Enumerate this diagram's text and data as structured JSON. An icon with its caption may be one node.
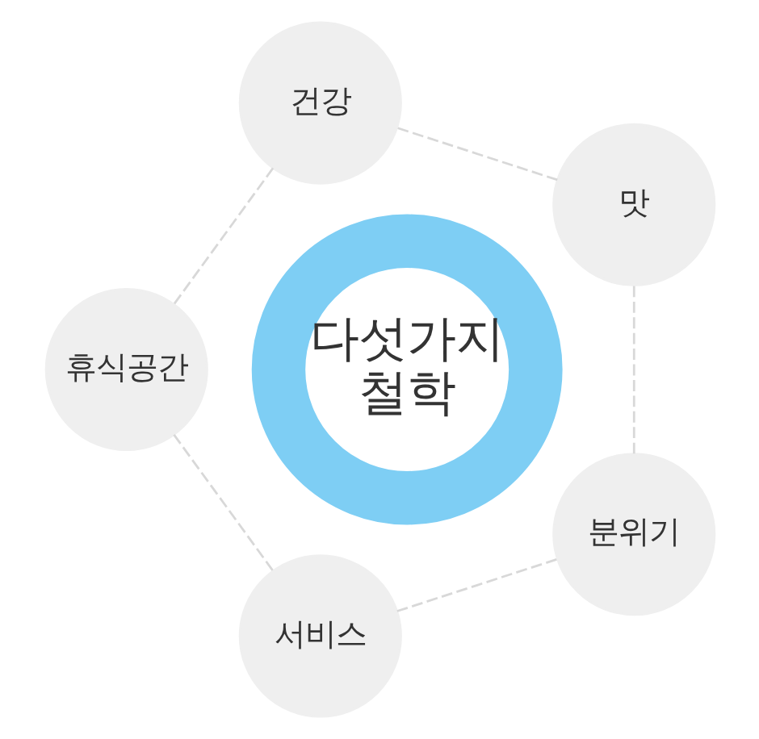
{
  "diagram": {
    "nodes": [
      {
        "text": [
          "다섯가지 철학"
        ]
      },
      {
        "text": [
          "맛"
        ]
      },
      {
        "text": [
          "건강"
        ]
      },
      {
        "text": [
          "휴식공간"
        ]
      },
      {
        "text": [
          "서비스"
        ]
      },
      {
        "text": [
          "분위기"
        ]
      }
    ],
    "edges": [
      {
        "from": 1,
        "to": 2,
        "arrow": "none",
        "style": "dashed"
      },
      {
        "from": 2,
        "to": 3,
        "arrow": "none",
        "style": "dashed"
      },
      {
        "from": 3,
        "to": 4,
        "arrow": "none",
        "style": "dashed"
      },
      {
        "from": 4,
        "to": 5,
        "arrow": "none",
        "style": "dashed"
      },
      {
        "from": 5,
        "to": 1,
        "arrow": "none",
        "style": "dashed"
      }
    ]
  }
}
